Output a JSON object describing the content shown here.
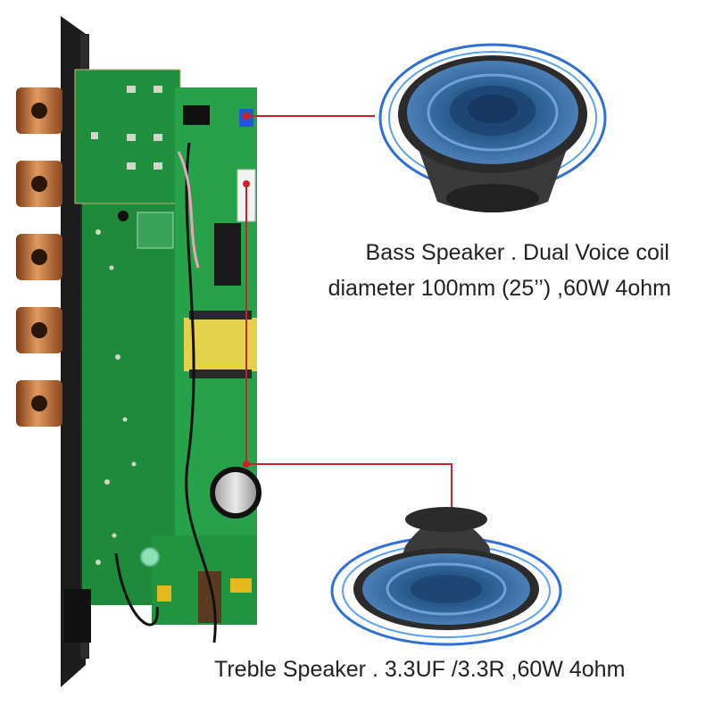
{
  "captions": {
    "bass_line1": "Bass Speaker . Dual Voice coil",
    "bass_line2": "diameter 100mm (25’’) ,60W 4ohm",
    "treble": "Treble Speaker . 3.3UF /3.3R  ,60W 4ohm"
  },
  "colors": {
    "background": "#ffffff",
    "pcb_green": "#1f8a3c",
    "leader_line": "#d01e2a",
    "ring_blue": "#2f6fd6",
    "cone_blue": "#2c5f93",
    "rca_copper": "#c8733a"
  },
  "icons": {
    "pcb": "amplifier-board-image",
    "bass": "woofer-speaker-image",
    "treble": "tweeter-speaker-image"
  }
}
